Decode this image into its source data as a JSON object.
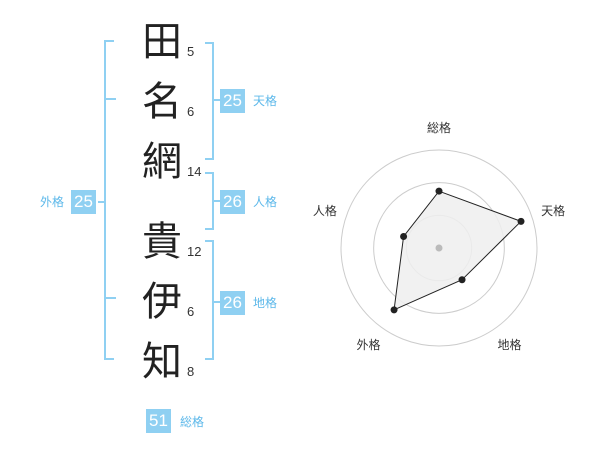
{
  "name": {
    "chars": [
      {
        "char": "田",
        "strokes": "5"
      },
      {
        "char": "名",
        "strokes": "6"
      },
      {
        "char": "網",
        "strokes": "14"
      },
      {
        "char": "貴",
        "strokes": "12"
      },
      {
        "char": "伊",
        "strokes": "6"
      },
      {
        "char": "知",
        "strokes": "8"
      }
    ]
  },
  "kaku": {
    "tenkaku": {
      "value": "25",
      "label": "天格"
    },
    "jinkaku": {
      "value": "26",
      "label": "人格"
    },
    "chikaku": {
      "value": "26",
      "label": "地格"
    },
    "gaikaku": {
      "value": "25",
      "label": "外格"
    },
    "soukaku": {
      "value": "51",
      "label": "総格"
    }
  },
  "radar": {
    "axes": [
      "総格",
      "天格",
      "地格",
      "外格",
      "人格"
    ],
    "levels": 3,
    "values": [
      0.58,
      0.88,
      0.4,
      0.78,
      0.38
    ],
    "colors": {
      "fill": "#eeeeee",
      "stroke": "#222222",
      "grid": "#cccccc",
      "center": "#bbbbbb"
    }
  }
}
